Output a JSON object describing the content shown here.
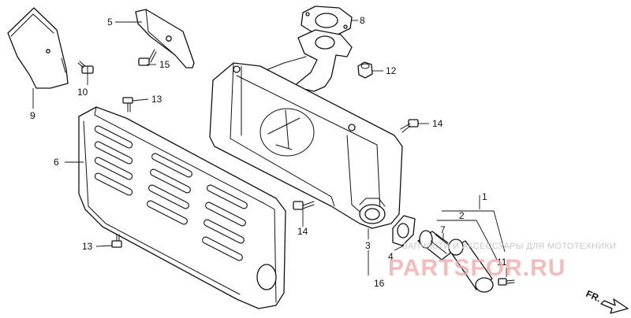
{
  "callouts": {
    "n1": "1",
    "n2": "2",
    "n3": "3",
    "n4": "4",
    "n5": "5",
    "n6": "6",
    "n7": "7",
    "n8": "8",
    "n9": "9",
    "n10": "10",
    "n11": "11",
    "n12": "12",
    "n13a": "13",
    "n13b": "13",
    "n14a": "14",
    "n14b": "14",
    "n15": "15",
    "n16": "16"
  },
  "direction_label": "FR.",
  "watermark": {
    "line1": "ЗАПЧАСТИ И АКСЕССУАРЫ ДЛЯ МОТОТЕХНИКИ",
    "brand": "PARTSFOR.RU"
  }
}
